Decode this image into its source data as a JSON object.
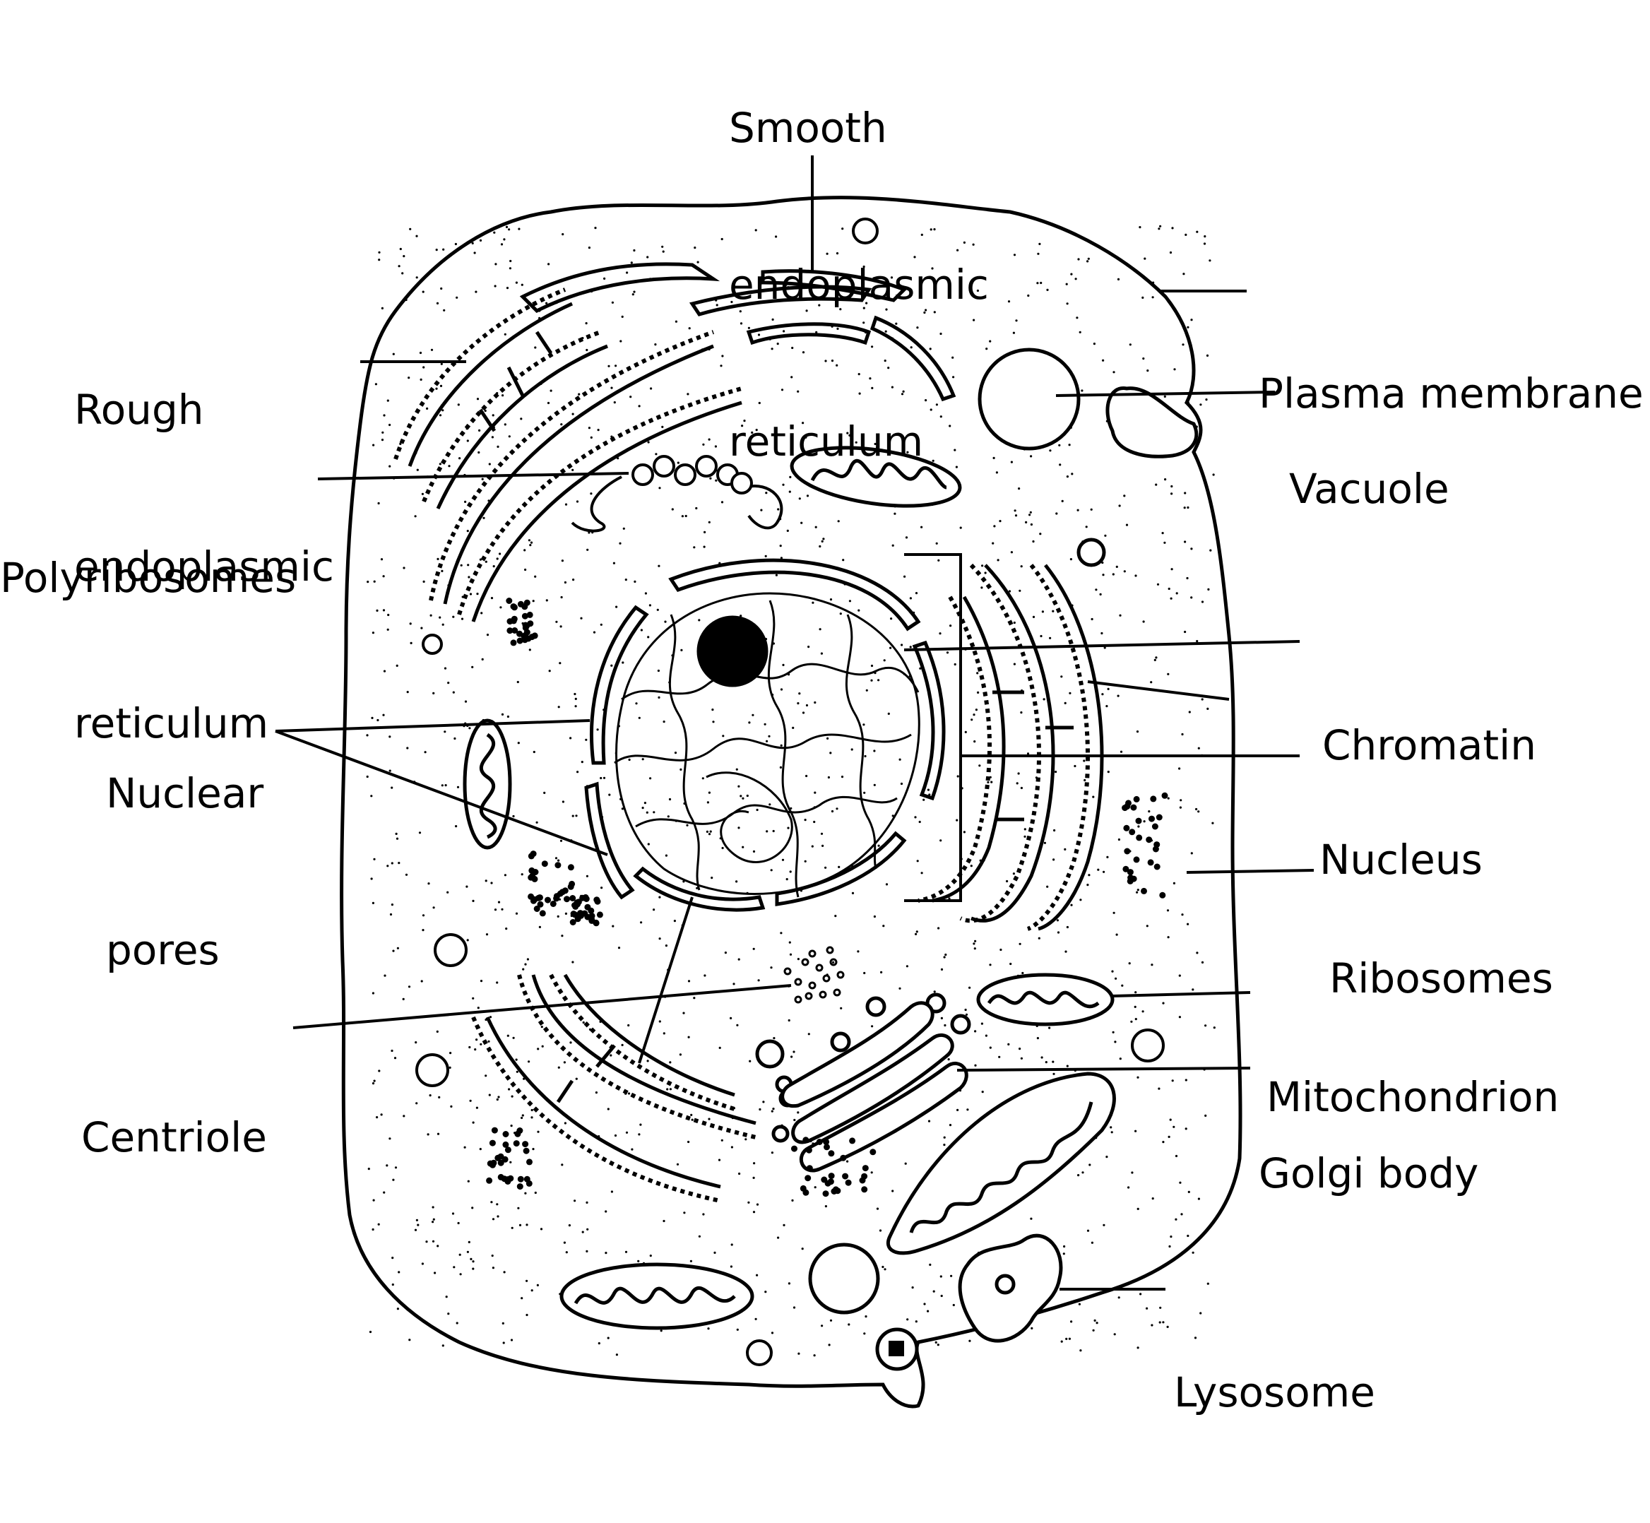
{
  "labels": {
    "smooth_er": [
      "Smooth",
      "endoplasmic",
      "reticulum"
    ],
    "rough_er": [
      "Rough",
      "endoplasmic",
      "reticulum"
    ],
    "polyribosomes": "Polyribosomes",
    "nuclear_pores": [
      "Nuclear",
      "pores"
    ],
    "centriole": "Centriole",
    "plasma_membrane": "Plasma membrane",
    "vacuole": "Vacuole",
    "chromatin": "Chromatin",
    "nucleus": "Nucleus",
    "ribosomes": "Ribosomes",
    "mitochondrion": "Mitochondrion",
    "golgi_body": "Golgi body",
    "lysosome": "Lysosome"
  },
  "colors": {
    "ink": "#000000",
    "paper": "#ffffff"
  }
}
